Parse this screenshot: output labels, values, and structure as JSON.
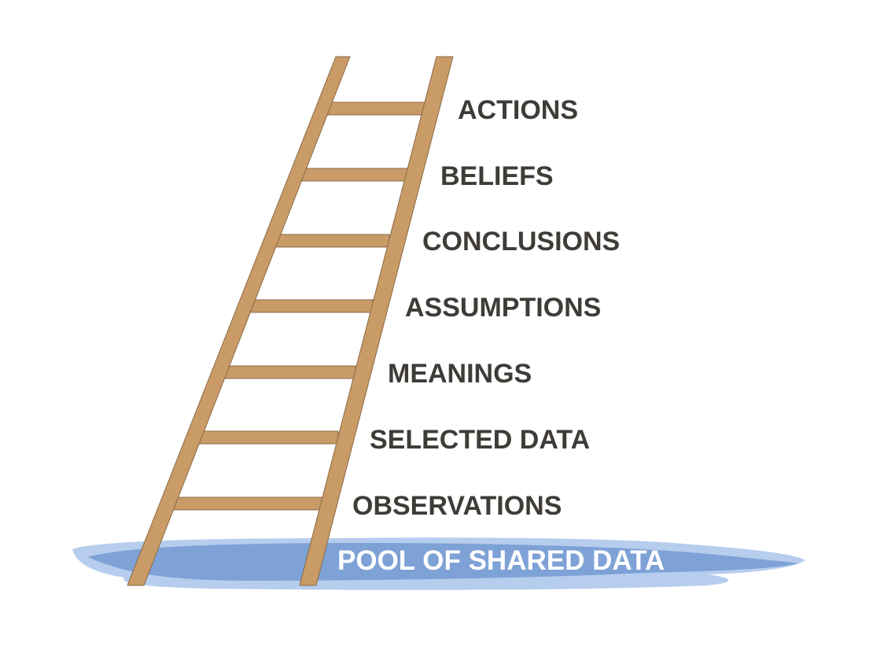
{
  "diagram": {
    "rungs": [
      {
        "label": "ACTIONS"
      },
      {
        "label": "BELIEFS"
      },
      {
        "label": "CONCLUSIONS"
      },
      {
        "label": "ASSUMPTIONS"
      },
      {
        "label": "MEANINGS"
      },
      {
        "label": "SELECTED DATA"
      },
      {
        "label": "OBSERVATIONS"
      }
    ],
    "pool": {
      "label": "POOL OF SHARED DATA"
    },
    "colors": {
      "wood": "#c99b67",
      "wood_edge": "#8a6a45",
      "pool_light": "#b6cdee",
      "pool_dark": "#7ea2d6",
      "text": "#3f3c38",
      "pool_text": "#ffffff"
    }
  }
}
